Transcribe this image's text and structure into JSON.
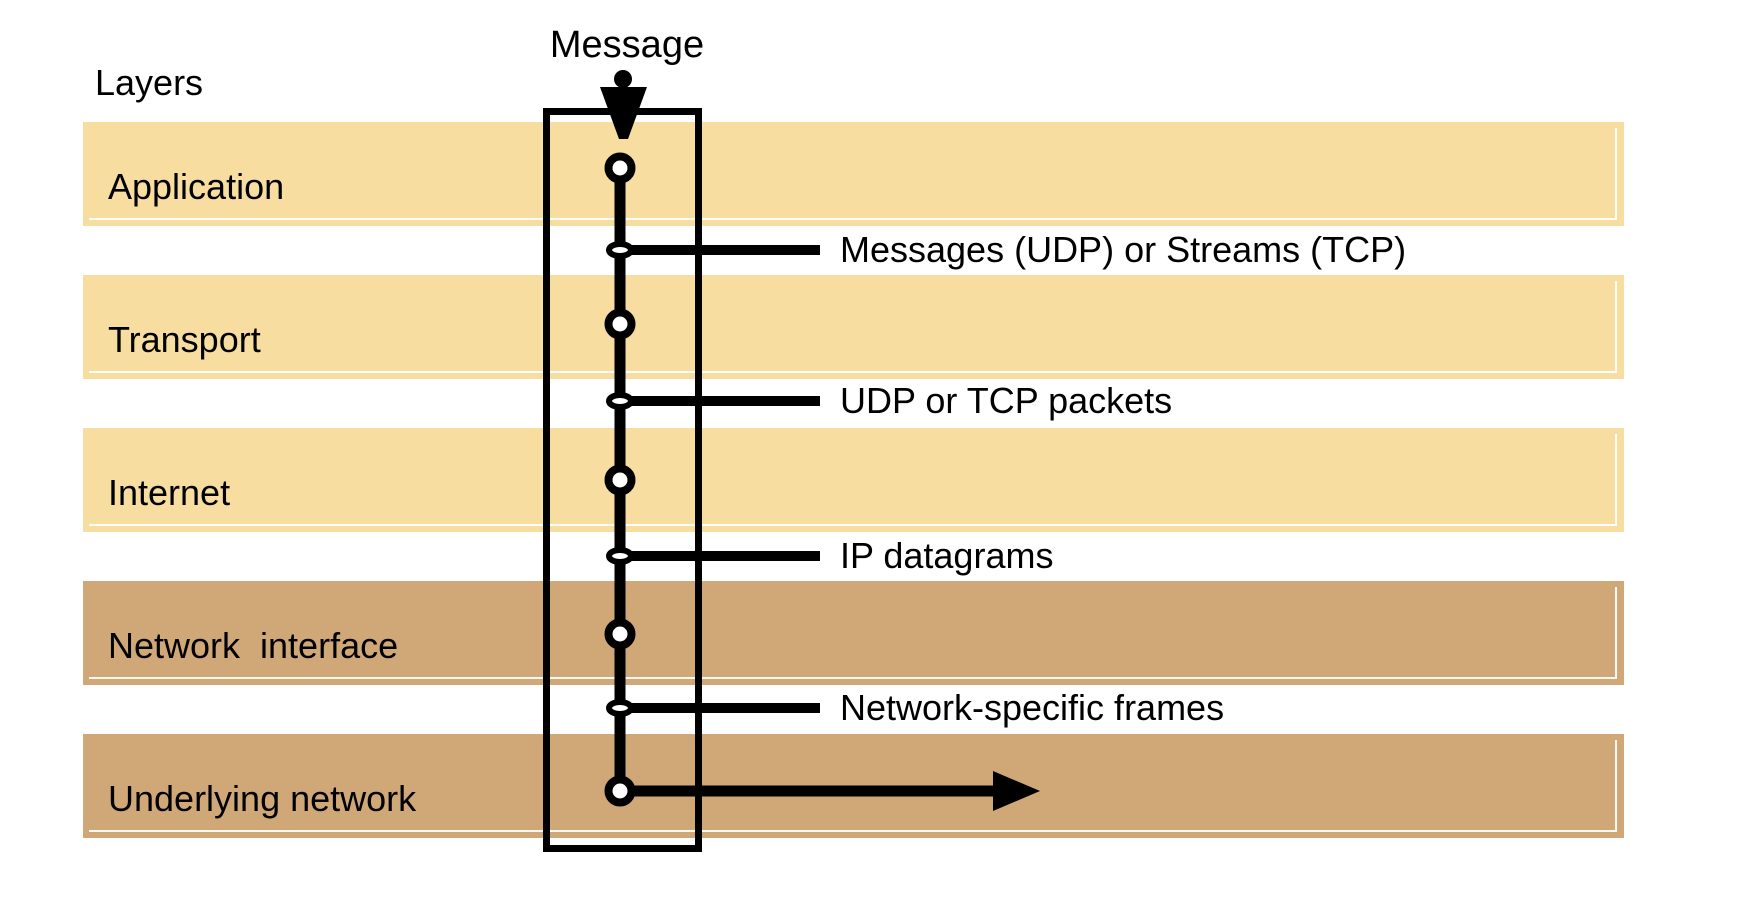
{
  "header": {
    "message_label": "Message",
    "layers_label": "Layers"
  },
  "layers": [
    {
      "label": "Application",
      "tone": "light"
    },
    {
      "label": "Transport",
      "tone": "light"
    },
    {
      "label": "Internet",
      "tone": "light"
    },
    {
      "label": "Network  interface",
      "tone": "dark"
    },
    {
      "label": "Underlying network",
      "tone": "dark"
    }
  ],
  "annotations": [
    "Messages (UDP) or Streams (TCP)",
    "UDP or TCP packets",
    "IP datagrams",
    "Network-specific frames"
  ],
  "colors": {
    "light_band": "#F8DDA1",
    "dark_band": "#D0A878",
    "line": "#000000",
    "background": "#FFFFFF"
  }
}
